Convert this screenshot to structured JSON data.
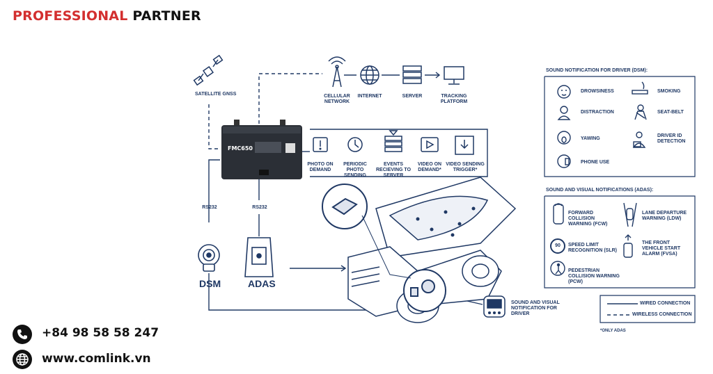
{
  "brand": {
    "part1": "PROFESSIONAL",
    "part2": " PARTNER"
  },
  "network": {
    "satellite": "SATELLITE GNSS",
    "cellular": "CELLULAR NETWORK",
    "internet": "INTERNET",
    "server": "SERVER",
    "tracking": "TRACKING PLATFORM"
  },
  "device": {
    "name": "FMC650",
    "rs232_left": "RS232",
    "rs232_right": "RS232"
  },
  "features": [
    {
      "label": "PHOTO ON DEMAND",
      "icon": "alert-icon"
    },
    {
      "label": "PERIODIC PHOTO SENDING",
      "icon": "clock-icon"
    },
    {
      "label": "EVENTS RECIEVING TO SERVER",
      "icon": "server-icon"
    },
    {
      "label": "VIDEO ON DEMAND*",
      "icon": "play-icon"
    },
    {
      "label": "VIDEO SENDING TRIGGER*",
      "icon": "download-icon"
    }
  ],
  "cameras": {
    "dsm": "DSM",
    "adas": "ADAS"
  },
  "dsm_panel": {
    "title": "SOUND NOTIFICATION FOR DRIVER (DSM):",
    "items": [
      "DROWSINESS",
      "SMOKING",
      "DISTRACTION",
      "SEAT-BELT",
      "YAWING",
      "DRIVER ID DETECTION",
      "PHONE USE"
    ]
  },
  "adas_panel": {
    "title": "SOUND AND VISUAL NOTIFICATIONS (ADAS):",
    "items": [
      "FORWARD COLLISION WARNING (FCW)",
      "LANE DEPARTURE WARNING (LDW)",
      "SPEED LIMIT RECOGNITION (SLR)",
      "THE FRONT VEHICLE START ALARM (FVSA)",
      "PEDESTRIAN COLLISION WARNING (PCW)"
    ],
    "speed_sign": "90"
  },
  "notification": "SOUND AND VISUAL NOTIFICATION FOR DRIVER",
  "legend": {
    "wired": "WIRED CONNECTION",
    "wireless": "WIRELESS CONNECTION",
    "note": "*ONLY ADAS"
  },
  "contact": {
    "phone": "+84 98 58 58 247",
    "website": "www.comlink.vn"
  }
}
